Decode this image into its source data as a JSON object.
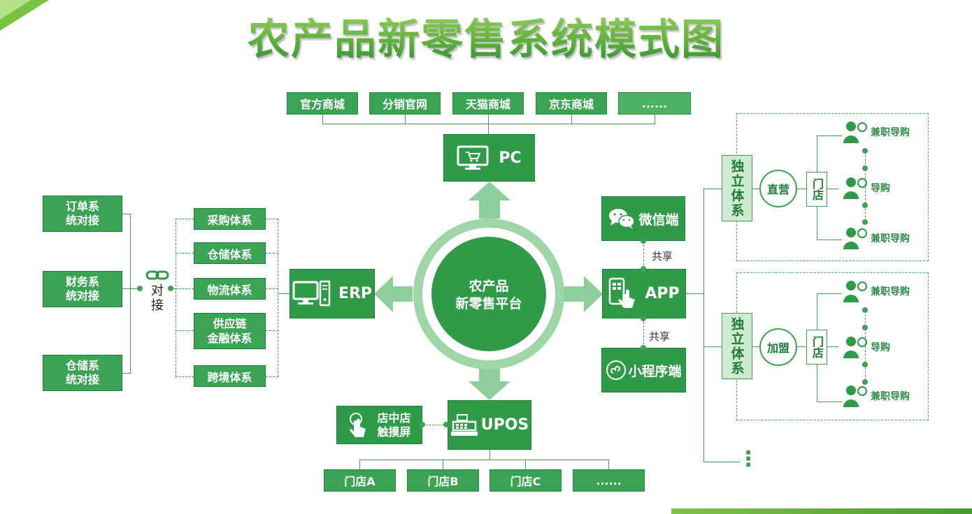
{
  "title": "农产品新零售系统模式图",
  "center": {
    "line1": "农产品",
    "line2": "新零售平台"
  },
  "pc": {
    "label": "PC",
    "channels": [
      "官方商城",
      "分销官网",
      "天猫商城",
      "京东商城",
      "......"
    ]
  },
  "erp": {
    "label": "ERP"
  },
  "app": {
    "label": "APP",
    "wechat": "微信端",
    "mini": "小程序端",
    "share1": "共享",
    "share2": "共享"
  },
  "upos": {
    "label": "UPOS",
    "kiosk_line1": "店中店",
    "kiosk_line2": "触摸屏",
    "stores": [
      "门店A",
      "门店B",
      "门店C",
      "......"
    ]
  },
  "left_systems": [
    {
      "line1": "订单系",
      "line2": "统对接"
    },
    {
      "line1": "财务系",
      "line2": "统对接"
    },
    {
      "line1": "仓储系",
      "line2": "统对接"
    }
  ],
  "connect": {
    "line1": "对",
    "line2": "接"
  },
  "modules": [
    {
      "line1": "采购体系",
      "line2": ""
    },
    {
      "line1": "仓储体系",
      "line2": ""
    },
    {
      "line1": "物流体系",
      "line2": ""
    },
    {
      "line1": "供应链",
      "line2": "金融体系"
    },
    {
      "line1": "跨境体系",
      "line2": ""
    }
  ],
  "right_groups": [
    {
      "system": "独立体系",
      "type": "直营",
      "store": "门店",
      "staff": [
        "兼职导购",
        "导购",
        "兼职导购"
      ]
    },
    {
      "system": "独立体系",
      "type": "加盟",
      "store": "门店",
      "staff": [
        "兼职导购",
        "导购",
        "兼职导购"
      ]
    }
  ],
  "more": "⋮",
  "colors": {
    "primary": "#2f9a47",
    "light": "#8ccf9a",
    "accent_text": "#1f7d38"
  },
  "icons": [
    "monitor-cart-icon",
    "desktop-computer-icon",
    "phone-touch-icon",
    "wechat-icon",
    "mini-program-icon",
    "cash-register-icon",
    "touch-hand-icon",
    "chain-link-icon",
    "staff-person-icon"
  ]
}
